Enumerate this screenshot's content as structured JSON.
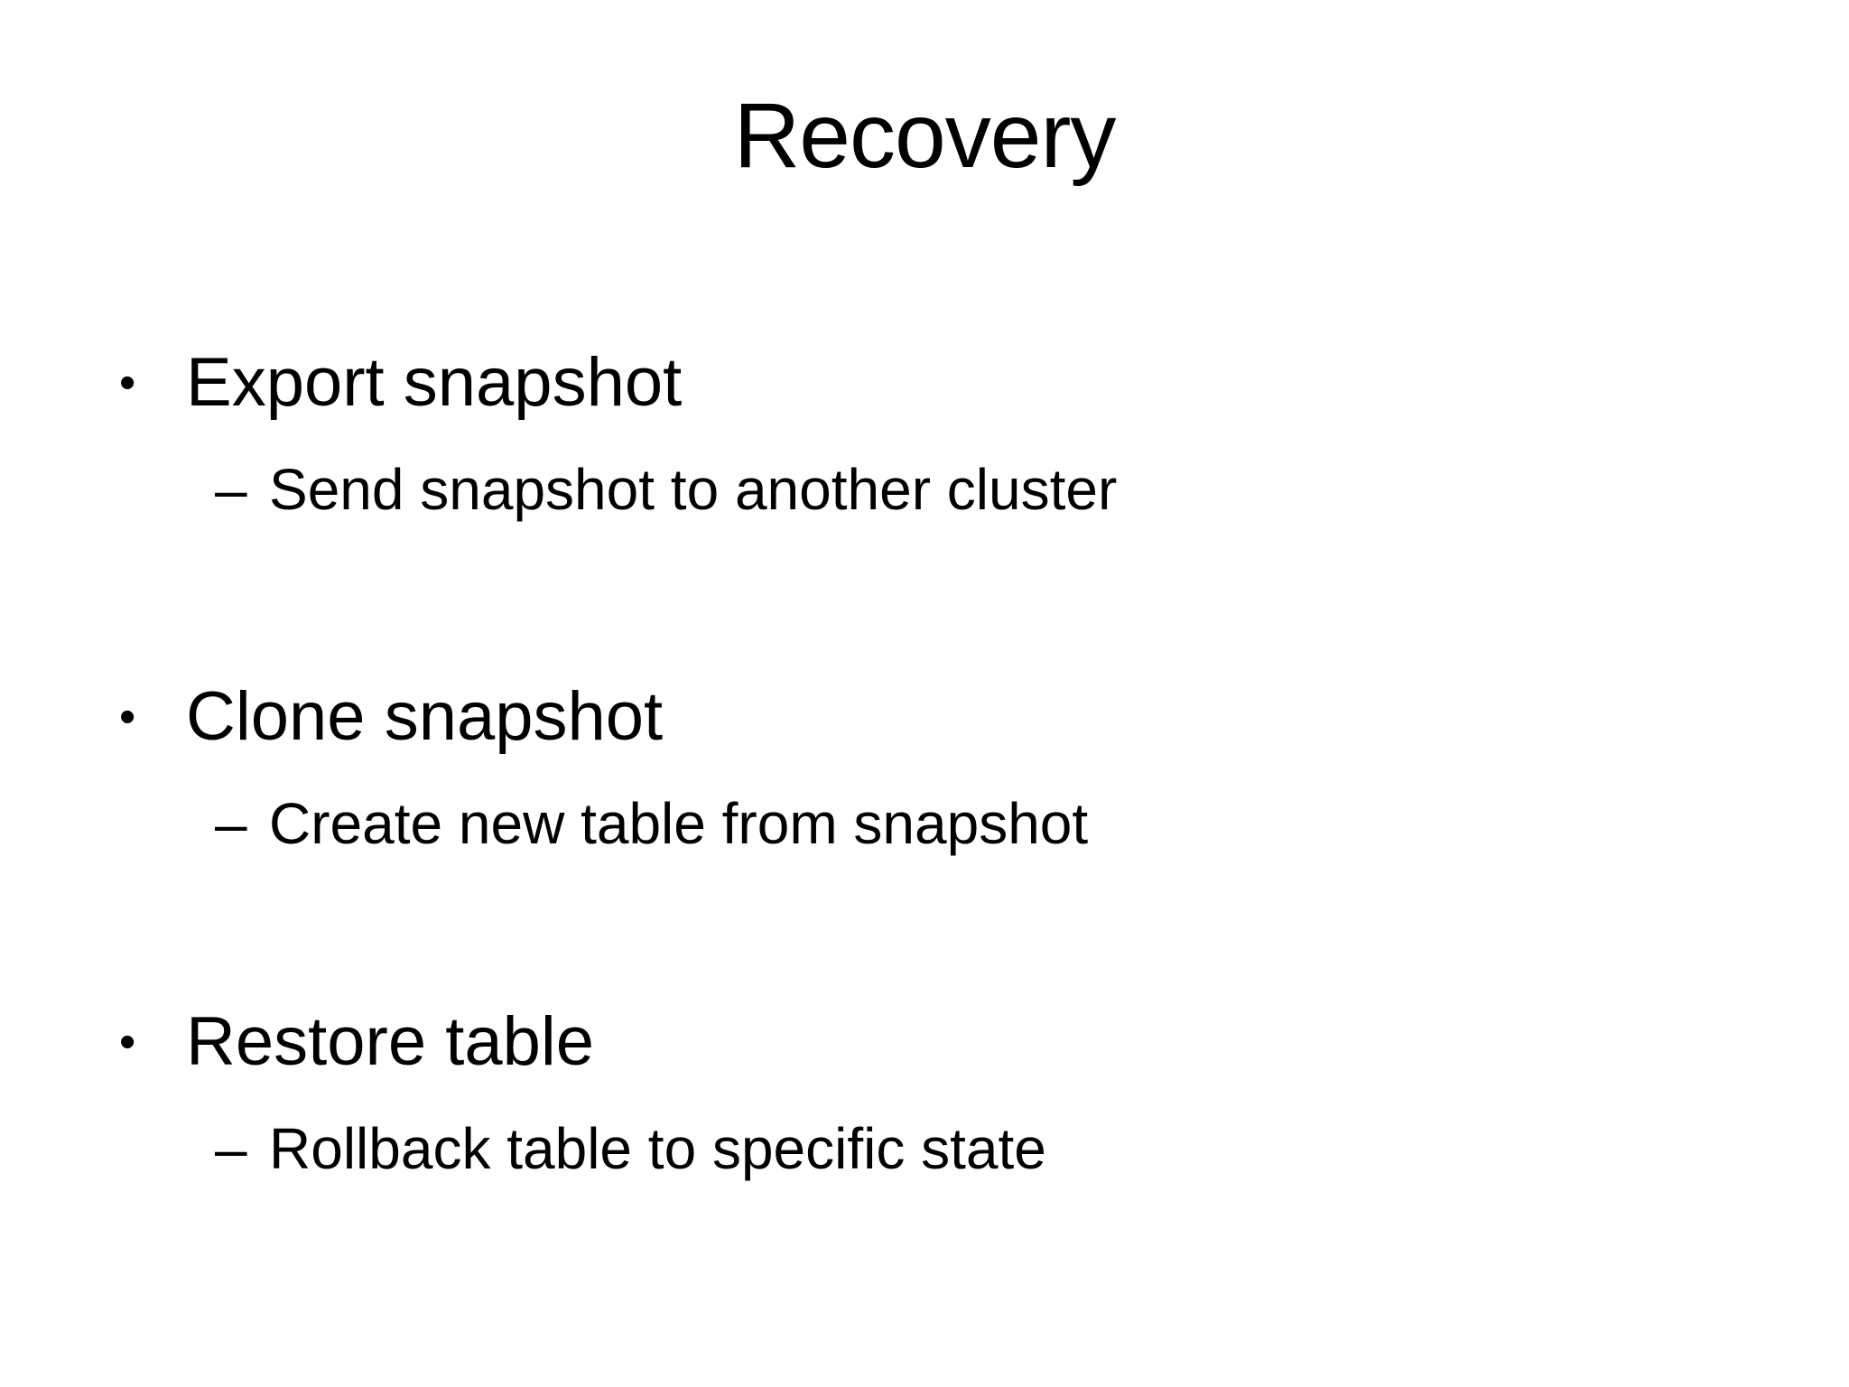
{
  "slide": {
    "title": "Recovery",
    "bullet_glyph": "•",
    "sub_bullet_glyph": "–",
    "bullets": [
      {
        "label": "Export snapshot",
        "sub": "Send snapshot to another cluster"
      },
      {
        "label": "Clone snapshot",
        "sub": "Create new table from snapshot"
      },
      {
        "label": "Restore table",
        "sub": "Rollback table to specific state"
      }
    ],
    "colors": {
      "background": "#ffffff",
      "text": "#000000"
    }
  }
}
